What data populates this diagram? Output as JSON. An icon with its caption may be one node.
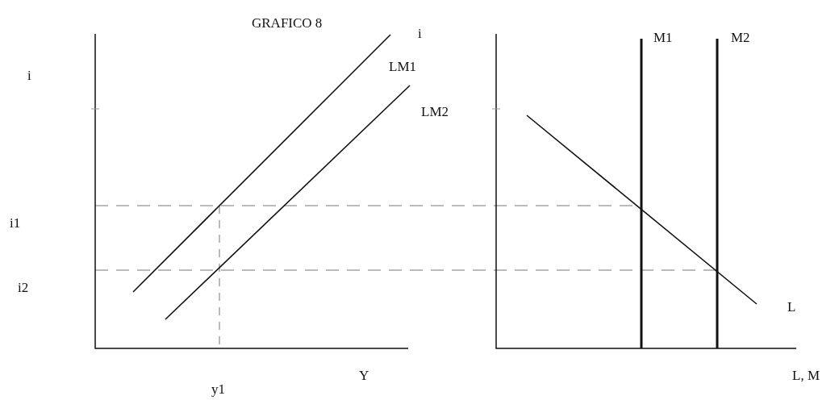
{
  "diagram": {
    "title": "GRAFICO 8",
    "labels": [
      "i",
      "M1",
      "M2",
      "LM1",
      "i",
      "LM2",
      "i1",
      "i2",
      "L",
      "Y",
      "L, M",
      "y1"
    ]
  }
}
